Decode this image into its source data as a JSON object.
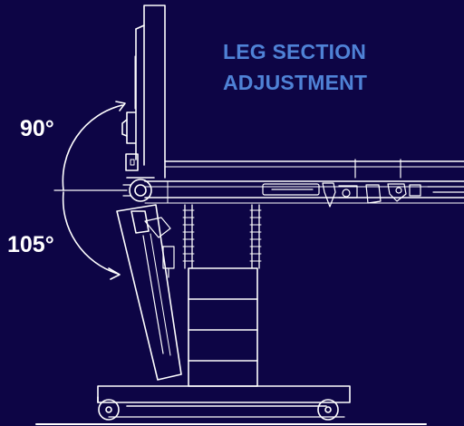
{
  "title": {
    "line1": "LEG SECTION",
    "line2": "ADJUSTMENT"
  },
  "angles": {
    "up": "90°",
    "down": "105°"
  },
  "colors": {
    "background": "#0d0545",
    "title": "#4f82d6",
    "lines": "#ffffff",
    "angle_text": "#ffffff"
  }
}
